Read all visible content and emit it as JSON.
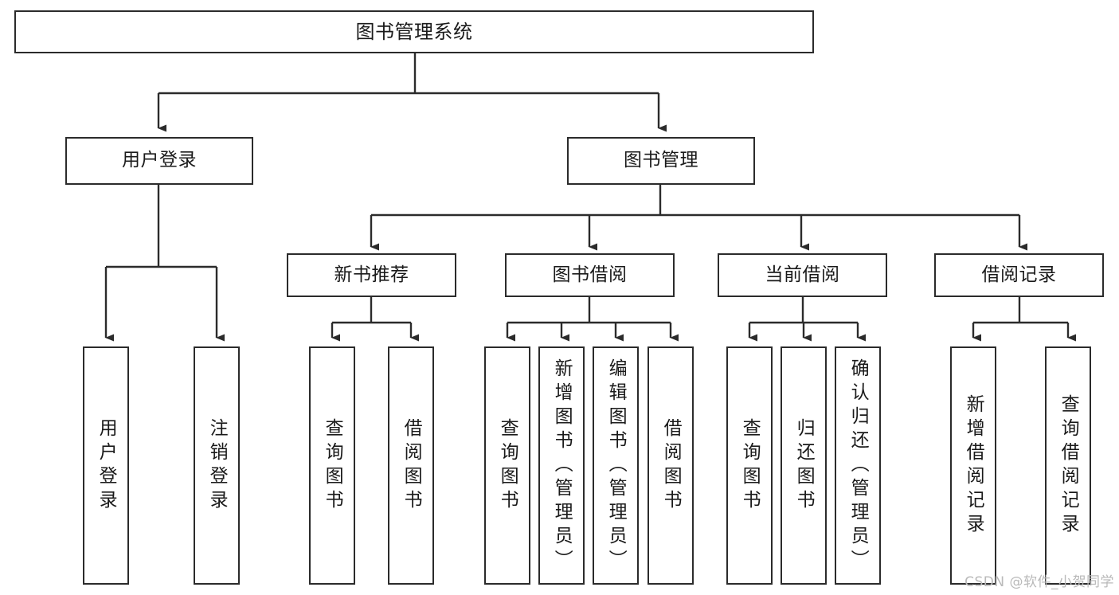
{
  "diagram": {
    "type": "tree",
    "title_node": "图书管理系统",
    "watermark": "CSDN @软件_小贺同学",
    "colors": {
      "stroke": "#2b2b2b",
      "fill": "#ffffff",
      "text": "#1a1a1a",
      "watermark": "#b9b9b9"
    },
    "levels": {
      "root": {
        "label": "图书管理系统"
      },
      "level1": [
        {
          "label": "用户登录"
        },
        {
          "label": "图书管理"
        }
      ],
      "level2": [
        {
          "label": "新书推荐"
        },
        {
          "label": "图书借阅"
        },
        {
          "label": "当前借阅"
        },
        {
          "label": "借阅记录"
        }
      ],
      "leaves": {
        "user_login": [
          {
            "label": "用户登录"
          },
          {
            "label": "注销登录"
          }
        ],
        "new_book_recommend": [
          {
            "label": "查询图书"
          },
          {
            "label": "借阅图书"
          }
        ],
        "book_borrow": [
          {
            "label": "查询图书"
          },
          {
            "label": "新增图书（管理员）"
          },
          {
            "label": "编辑图书（管理员）"
          },
          {
            "label": "借阅图书"
          }
        ],
        "current_borrow": [
          {
            "label": "查询图书"
          },
          {
            "label": "归还图书"
          },
          {
            "label": "确认归还（管理员）"
          }
        ],
        "borrow_record": [
          {
            "label": "新增借阅记录"
          },
          {
            "label": "查询借阅记录"
          }
        ]
      }
    }
  }
}
